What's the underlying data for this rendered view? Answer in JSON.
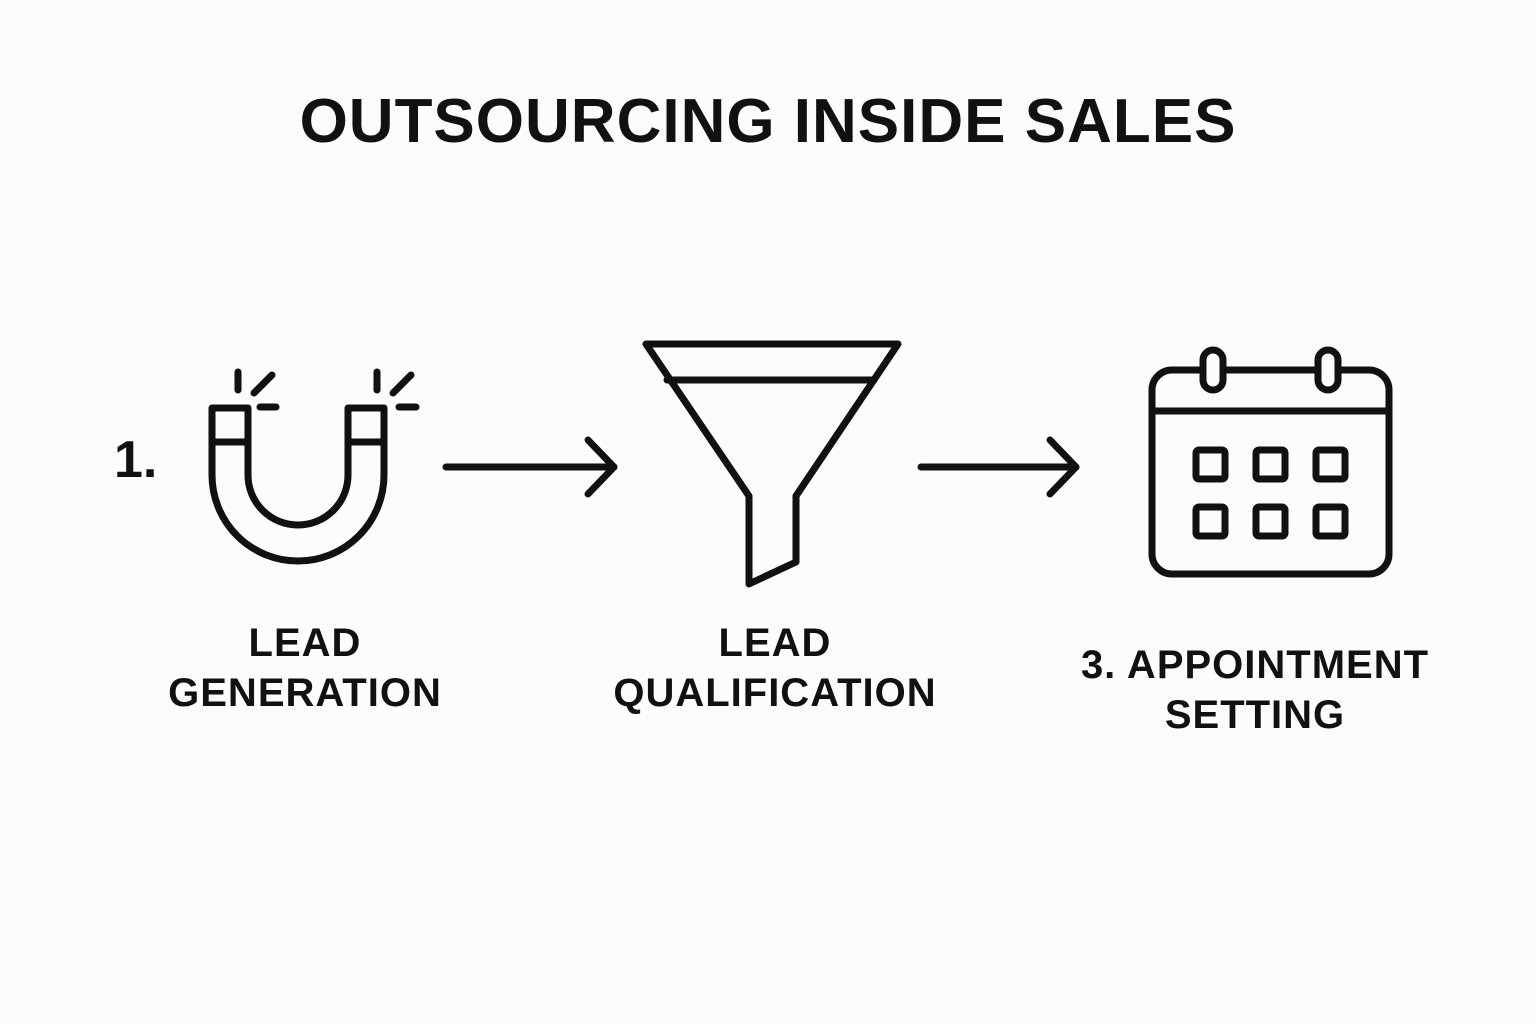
{
  "title": "OUTSOURCING INSIDE SALES",
  "steps": [
    {
      "number": "1.",
      "line1": "LEAD",
      "line2": "GENERATION",
      "icon": "magnet-icon"
    },
    {
      "number": "",
      "line1": "LEAD",
      "line2": "QUALIFICATION",
      "icon": "funnel-icon"
    },
    {
      "number": "",
      "line1": "3. APPOINTMENT",
      "line2": "SETTING",
      "icon": "calendar-icon"
    }
  ],
  "connectors": [
    {
      "icon": "arrow-right-icon"
    },
    {
      "icon": "arrow-right-icon"
    }
  ],
  "colors": {
    "background": "#fcfcfa",
    "ink": "#111111"
  }
}
